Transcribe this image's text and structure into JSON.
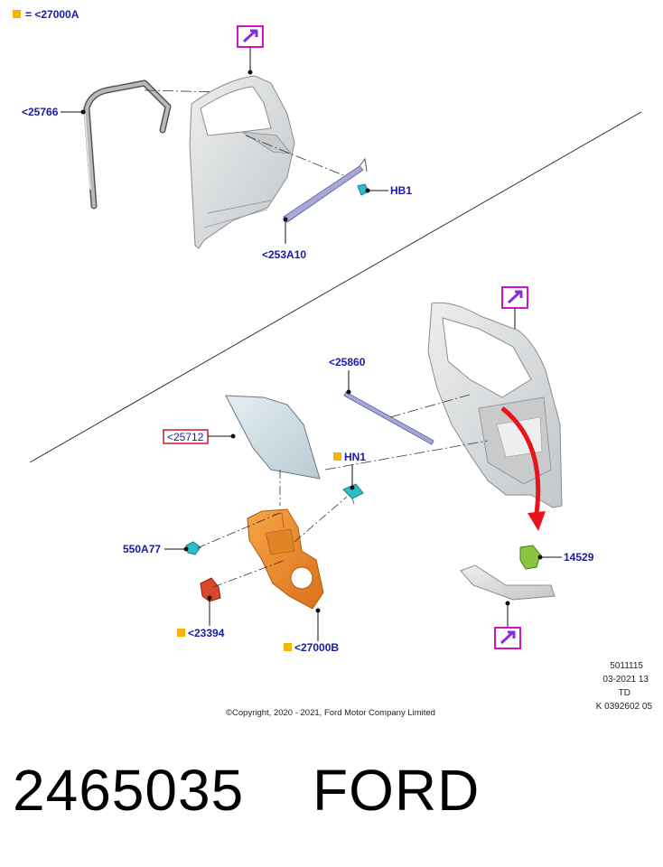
{
  "colors": {
    "callout_text": "#1a1aa8",
    "legend_square": "#f5b400",
    "view_icon_border": "#d014c8",
    "view_icon_arrow": "#8a2be2",
    "highlight_border": "#d0142c",
    "direction_arrow": "#e8141c",
    "panel_orange": "#f08a24",
    "clip_teal": "#2bc0c8",
    "motor_green": "#8bc53f",
    "regulator_red": "#d9482b",
    "door_gray": "#d8dadc"
  },
  "legend": {
    "symbol": "= <27000A"
  },
  "callouts": {
    "weatherstrip": "<25766",
    "belt_clip": "HB1",
    "belt_moulding": "<253A10",
    "rear_glass_run": "<25860",
    "door_glass": "<25712",
    "clip_hn1": "HN1",
    "bolt_550a77": "550A77",
    "motor_14529": "14529",
    "regulator_23394": "<23394",
    "panel_27000b": "<27000B"
  },
  "meta": {
    "line1": "5011115",
    "line2": "03-2021 13",
    "line3": "TD",
    "line4": "K 0392602 05"
  },
  "copyright": "©Copyright, 2020 - 2021, Ford Motor Company Limited",
  "footer": {
    "part_number": "2465035",
    "brand": "FORD"
  },
  "icons": [
    "legend-square-icon",
    "view-arrow-icon",
    "direction-arrow-icon"
  ]
}
